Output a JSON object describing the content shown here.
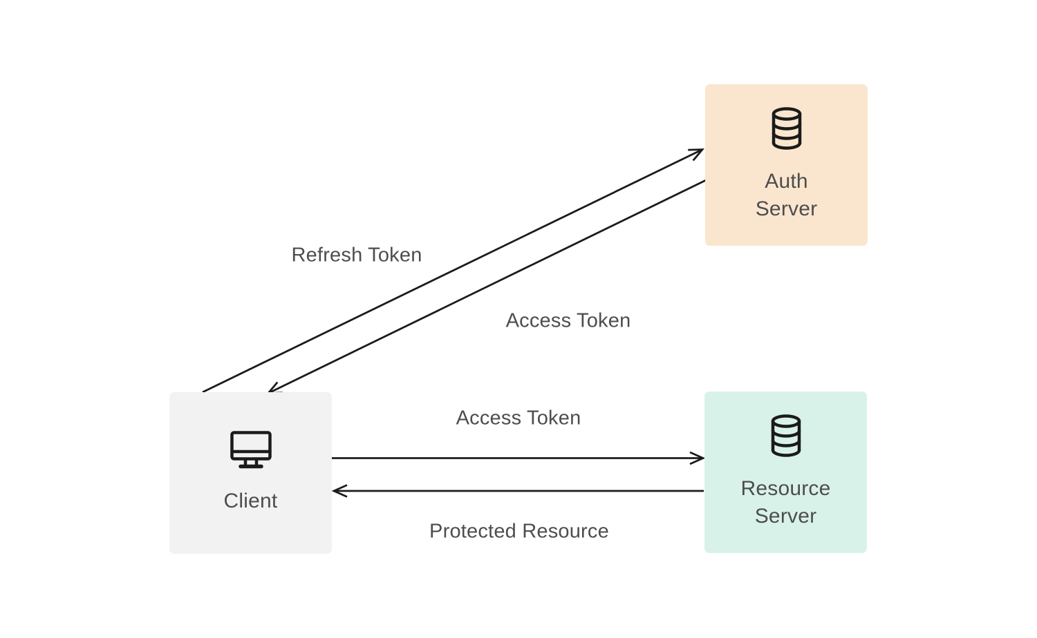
{
  "diagram": {
    "nodes": {
      "auth": {
        "line1": "Auth",
        "line2": "Server",
        "icon": "database-icon"
      },
      "client": {
        "line1": "Client",
        "icon": "monitor-icon"
      },
      "resource": {
        "line1": "Resource",
        "line2": "Server",
        "icon": "database-icon"
      }
    },
    "edge_labels": {
      "refresh_token": "Refresh Token",
      "access_token_to_client": "Access Token",
      "access_token_to_resource": "Access Token",
      "protected_resource": "Protected Resource"
    },
    "edges": [
      {
        "from": "client",
        "to": "auth",
        "label": "Refresh Token"
      },
      {
        "from": "auth",
        "to": "client",
        "label": "Access Token"
      },
      {
        "from": "client",
        "to": "resource",
        "label": "Access Token"
      },
      {
        "from": "resource",
        "to": "client",
        "label": "Protected Resource"
      }
    ],
    "colors": {
      "auth_bg": "#fae6ce",
      "client_bg": "#f2f2f3",
      "resource_bg": "#d9f2e9",
      "label_text": "#4d4d4d",
      "arrow_stroke": "#1b1b1b",
      "canvas_bg": "#ffffff"
    }
  }
}
